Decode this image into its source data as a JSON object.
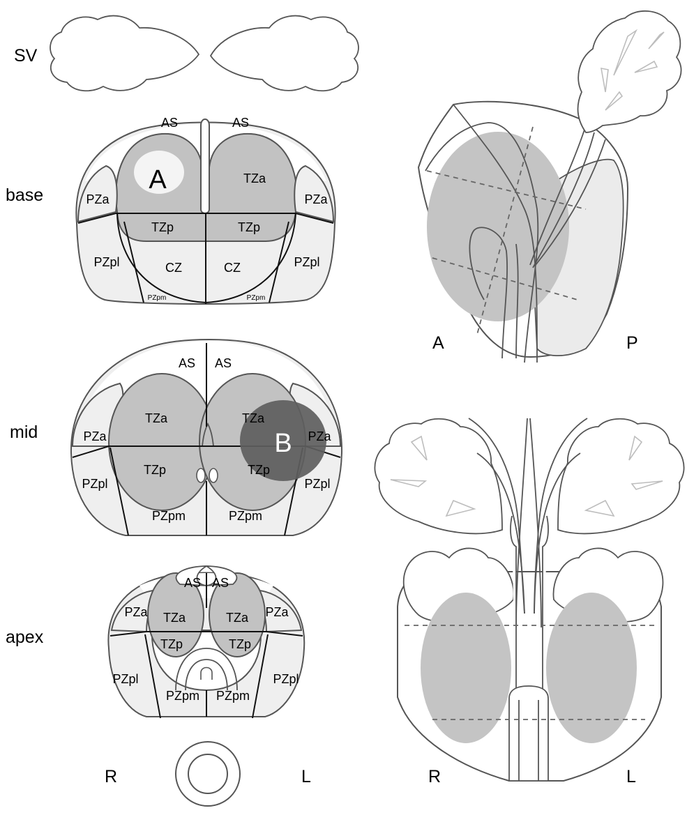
{
  "levels": {
    "sv": "SV",
    "base": "base",
    "mid": "mid",
    "apex": "apex"
  },
  "zones": {
    "as": "AS",
    "tza": "TZa",
    "tzp": "TZp",
    "pza": "PZa",
    "pzpl": "PZpl",
    "pzpm": "PZpm",
    "cz": "CZ"
  },
  "lesions": {
    "a": "A",
    "b": "B"
  },
  "orientation": {
    "right": "R",
    "left": "L",
    "anterior": "A",
    "posterior": "P"
  },
  "colors": {
    "peripheral_zone": "#efefef",
    "transition_zone": "#c2c2c2",
    "lesion_a": "#f4f4f4",
    "lesion_b": "#5e5e5e",
    "outline": "#555555"
  }
}
